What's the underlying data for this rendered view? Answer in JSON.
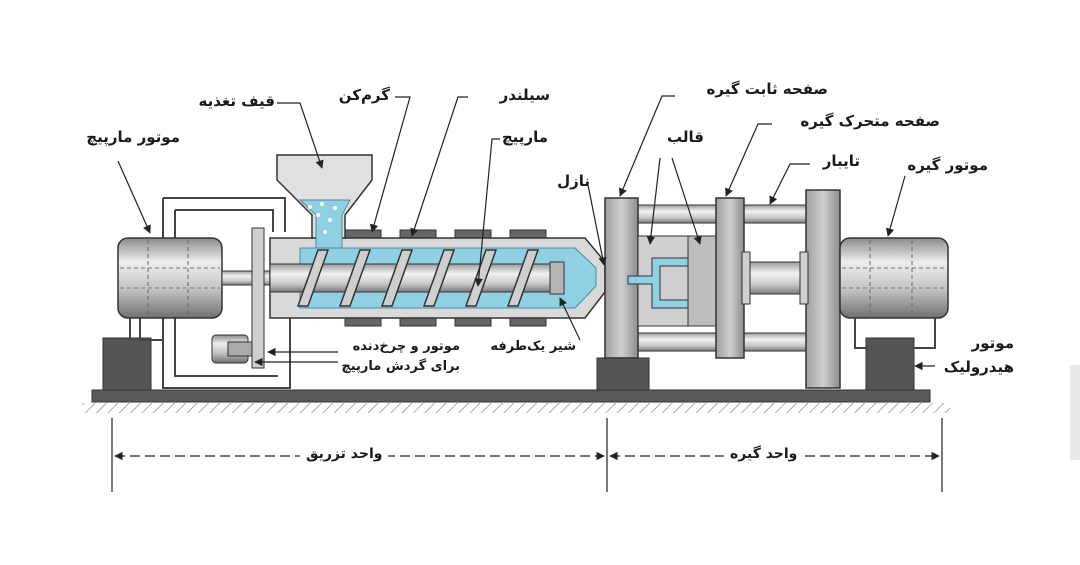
{
  "labels": {
    "hopper": "قیف تغذیه",
    "heater": "گرم‌کن",
    "cylinder": "سیلندر",
    "screw": "مارپیچ",
    "screw_motor": "موتور مارپیچ",
    "nozzle": "نازل",
    "fixed_platen": "صفحه ثابت گیره",
    "moving_platen": "صفحه متحرک گیره",
    "mold": "قالب",
    "tie_bar": "تایبار",
    "clamp_motor": "موتور گیره",
    "gear_motor_line1": "موتور و چرخ‌دنده",
    "gear_motor_line2": "برای گردش مارپیچ",
    "check_valve": "شیر یک‌طرفه",
    "hydraulic_motor_line1": "موتور",
    "hydraulic_motor_line2": "هیدرولیک"
  },
  "dimensions": {
    "injection_unit": "واحد تزریق",
    "clamping_unit": "واحد گیره"
  },
  "colors": {
    "melt": "#8fd0e2",
    "steel_light": "#e6e6e6",
    "steel_mid": "#b9b9b9",
    "steel_dark": "#7d7d7d",
    "outline": "#333333",
    "base": "#555555"
  }
}
